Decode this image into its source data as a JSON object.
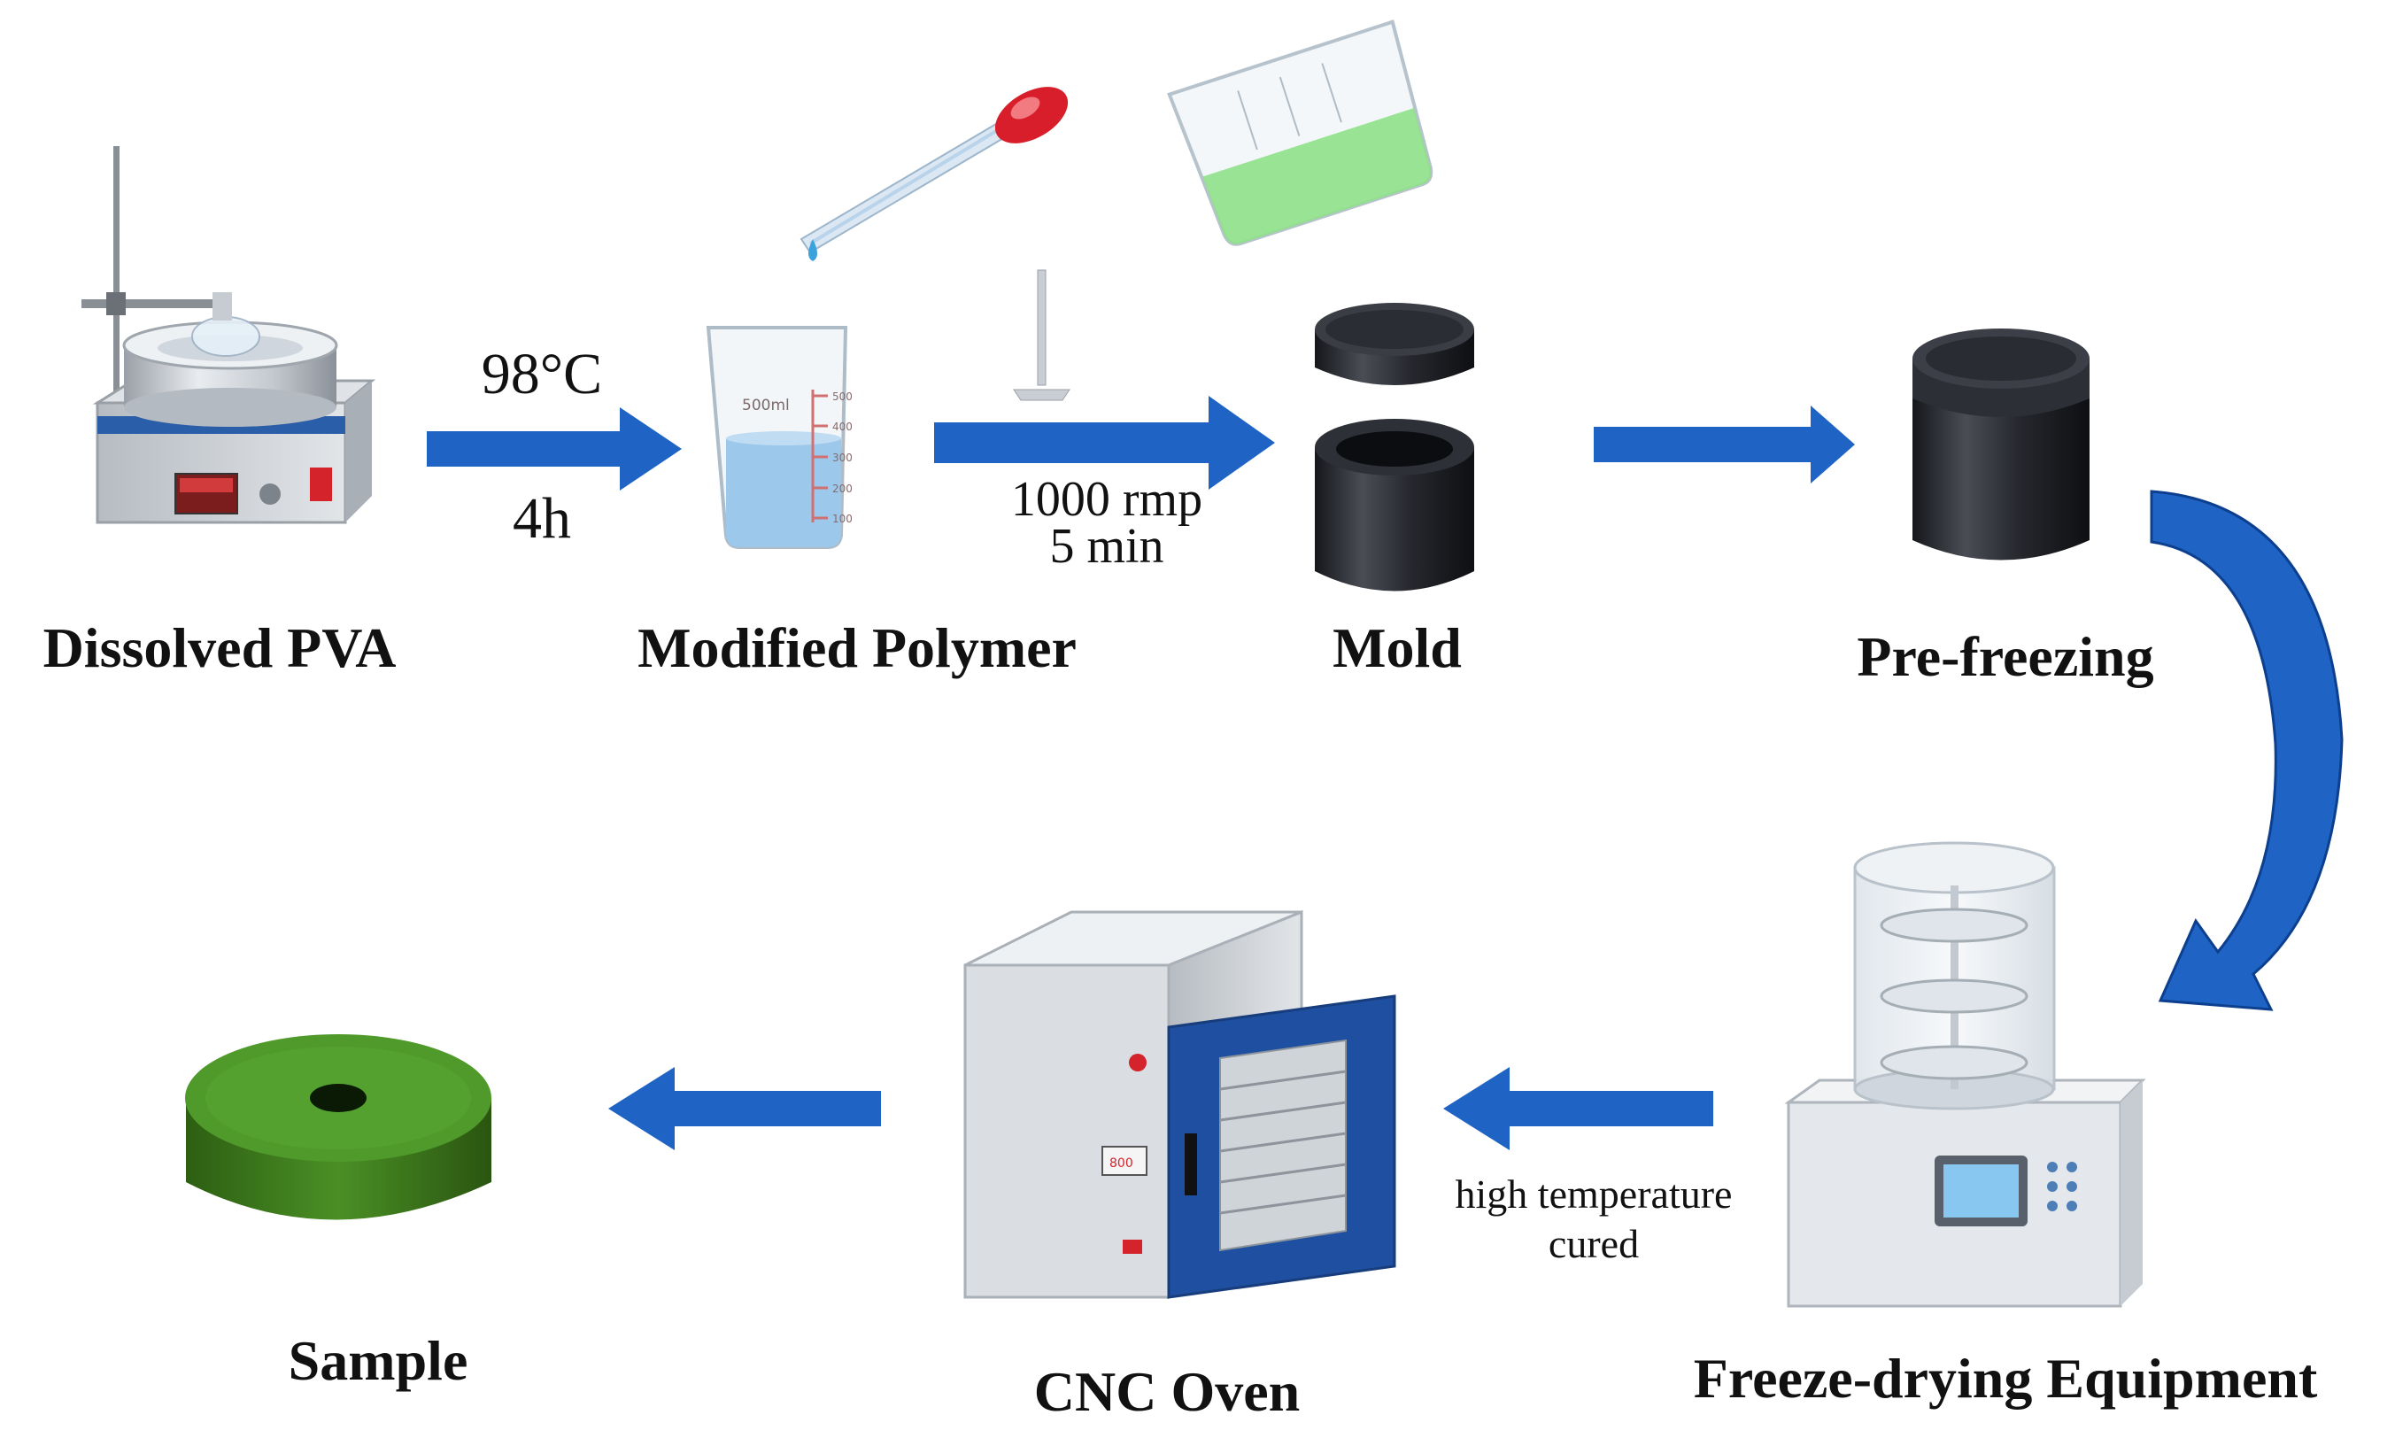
{
  "colors": {
    "arrow": "#1f64c4",
    "arrow_dark": "#0d3f8f",
    "mold": "#23252b",
    "sample_green": "#3b7d1f",
    "oven_door": "#1f4fa0",
    "liquid_blue": "#9cc8ec",
    "liquid_green": "#8fe08a",
    "pipette_bulb": "#d81e2a"
  },
  "steps": {
    "dissolved": {
      "label": "Dissolved PVA",
      "icon": "hotplate-stirrer-icon"
    },
    "modified": {
      "label": "Modified Polymer",
      "icon": "beaker-icon"
    },
    "mold": {
      "label": "Mold",
      "icon": "mold-icon"
    },
    "prefreezing": {
      "label": "Pre-freezing",
      "icon": "closed-mold-icon"
    },
    "freeze": {
      "label": "Freeze-drying Equipment",
      "icon": "freeze-dryer-icon"
    },
    "oven": {
      "label": "CNC Oven",
      "icon": "oven-icon"
    },
    "sample": {
      "label": "Sample",
      "icon": "sample-disc-icon"
    }
  },
  "conditions": {
    "temp": "98°C",
    "time": "4h",
    "speed": "1000 rmp",
    "stir_time": "5 min",
    "cure_line1": "high temperature",
    "cure_line2": "cured"
  },
  "beaker_marks": {
    "volume": "500ml",
    "ticks": [
      "500",
      "400",
      "300",
      "200",
      "100"
    ]
  },
  "oven_display": "800"
}
